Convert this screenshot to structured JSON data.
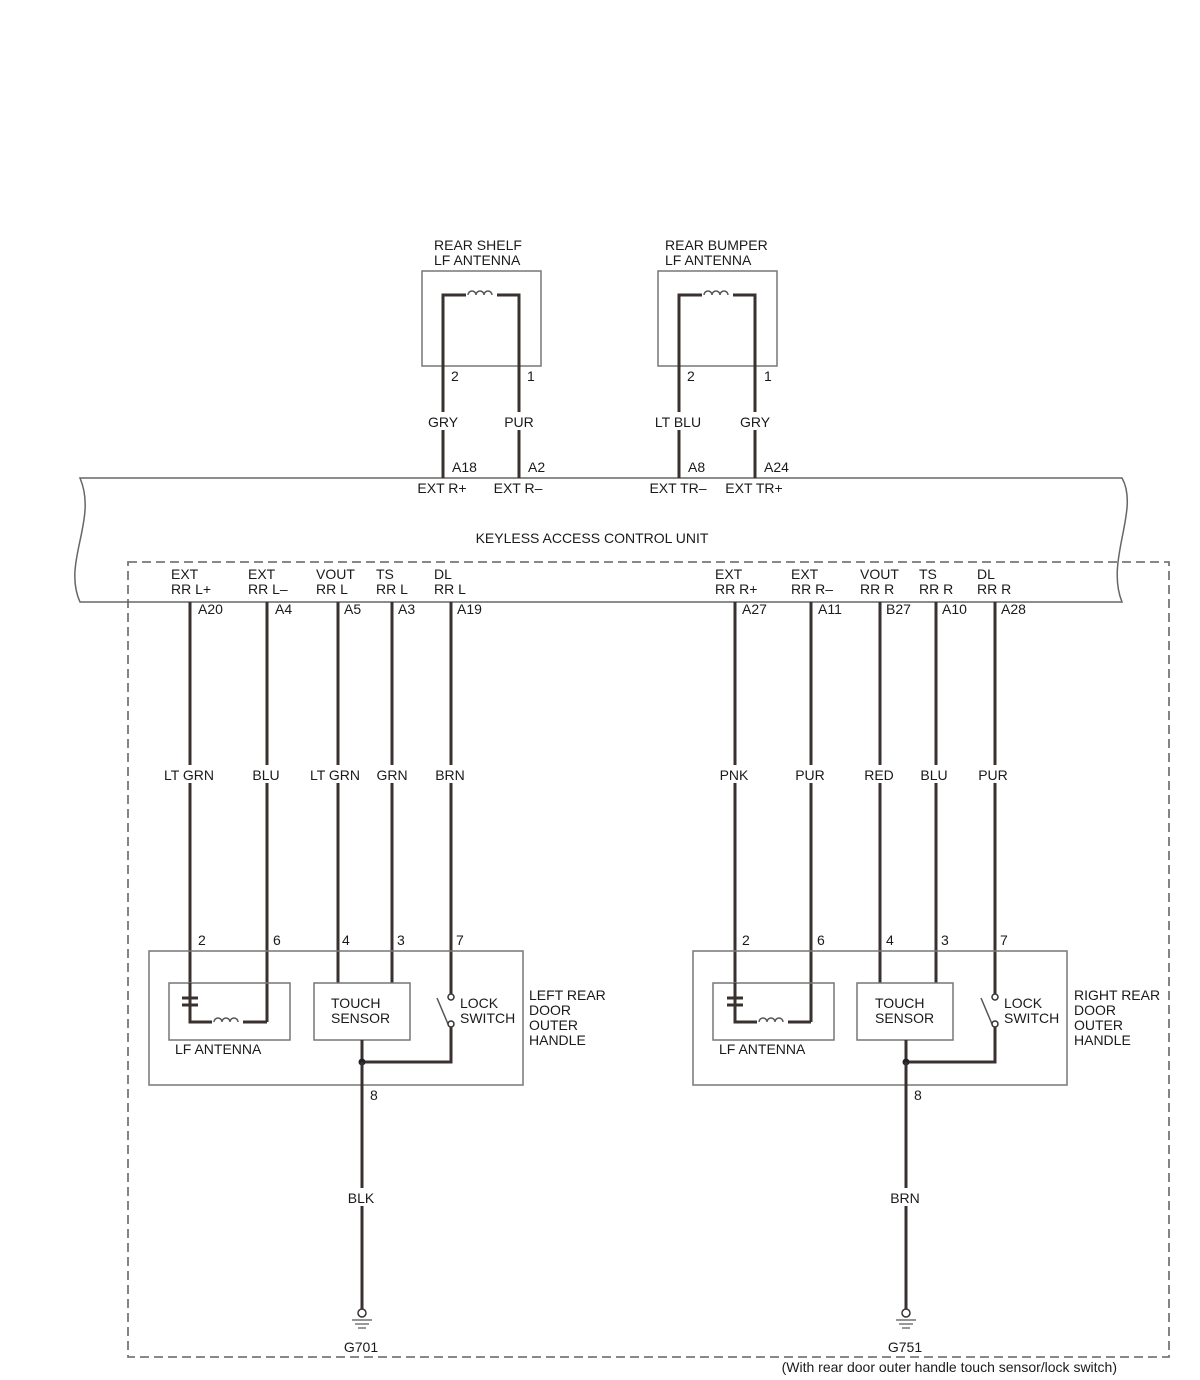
{
  "control_unit": {
    "name": "KEYLESS ACCESS CONTROL UNIT"
  },
  "rear_shelf_antenna": {
    "title_line1": "REAR SHELF",
    "title_line2": "LF ANTENNA",
    "pin_left": "2",
    "pin_right": "1",
    "wire_left": {
      "color": "GRY",
      "terminal": "A18",
      "signal": "EXT R+"
    },
    "wire_right": {
      "color": "PUR",
      "terminal": "A2",
      "signal": "EXT R–"
    }
  },
  "rear_bumper_antenna": {
    "title_line1": "REAR BUMPER",
    "title_line2": "LF ANTENNA",
    "pin_left": "2",
    "pin_right": "1",
    "wire_left": {
      "color": "LT BLU",
      "terminal": "A8",
      "signal": "EXT TR–"
    },
    "wire_right": {
      "color": "GRY",
      "terminal": "A24",
      "signal": "EXT TR+"
    }
  },
  "left_handle": {
    "title_lines": [
      "LEFT REAR",
      "DOOR",
      "OUTER",
      "HANDLE"
    ],
    "wires": [
      {
        "signal_line1": "EXT",
        "signal_line2": "RR L+",
        "terminal": "A20",
        "color": "LT GRN",
        "pin": "2"
      },
      {
        "signal_line1": "EXT",
        "signal_line2": "RR L–",
        "terminal": "A4",
        "color": "BLU",
        "pin": "6"
      },
      {
        "signal_line1": "VOUT",
        "signal_line2": "RR L",
        "terminal": "A5",
        "color": "LT GRN",
        "pin": "4"
      },
      {
        "signal_line1": "TS",
        "signal_line2": "RR L",
        "terminal": "A3",
        "color": "GRN",
        "pin": "3"
      },
      {
        "signal_line1": "DL",
        "signal_line2": "RR L",
        "terminal": "A19",
        "color": "BRN",
        "pin": "7"
      }
    ],
    "lf_antenna_label": "LF ANTENNA",
    "touch_sensor_line1": "TOUCH",
    "touch_sensor_line2": "SENSOR",
    "lock_switch_line1": "LOCK",
    "lock_switch_line2": "SWITCH",
    "ground_pin": "8",
    "ground_wire_color": "BLK",
    "ground_name": "G701"
  },
  "right_handle": {
    "title_lines": [
      "RIGHT REAR",
      "DOOR",
      "OUTER",
      "HANDLE"
    ],
    "wires": [
      {
        "signal_line1": "EXT",
        "signal_line2": "RR R+",
        "terminal": "A27",
        "color": "PNK",
        "pin": "2"
      },
      {
        "signal_line1": "EXT",
        "signal_line2": "RR R–",
        "terminal": "A11",
        "color": "PUR",
        "pin": "6"
      },
      {
        "signal_line1": "VOUT",
        "signal_line2": "RR R",
        "terminal": "B27",
        "color": "RED",
        "pin": "4"
      },
      {
        "signal_line1": "TS",
        "signal_line2": "RR R",
        "terminal": "A10",
        "color": "BLU",
        "pin": "3"
      },
      {
        "signal_line1": "DL",
        "signal_line2": "RR R",
        "terminal": "A28",
        "color": "PUR",
        "pin": "7"
      }
    ],
    "lf_antenna_label": "LF ANTENNA",
    "touch_sensor_line1": "TOUCH",
    "touch_sensor_line2": "SENSOR",
    "lock_switch_line1": "LOCK",
    "lock_switch_line2": "SWITCH",
    "ground_pin": "8",
    "ground_wire_color": "BRN",
    "ground_name": "G751"
  },
  "footnote": "(With rear door outer handle touch sensor/lock switch)"
}
